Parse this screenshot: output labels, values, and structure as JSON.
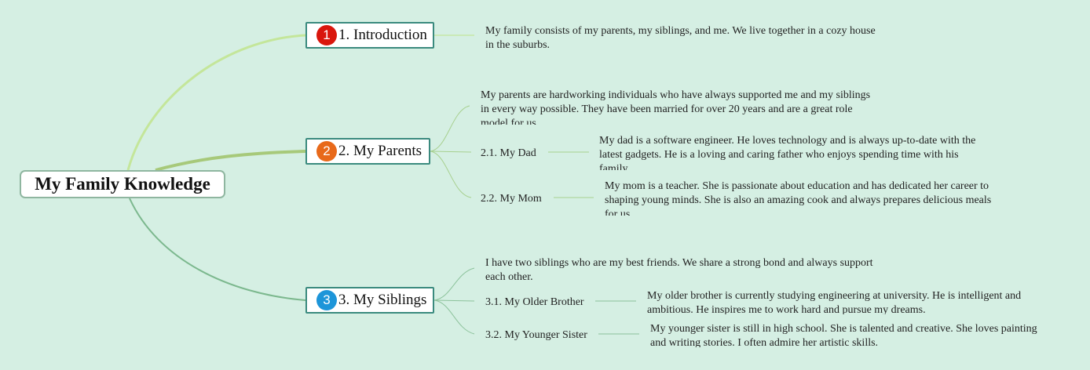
{
  "root": {
    "label": "My Family Knowledge"
  },
  "colors": {
    "badge1": "#d9160d",
    "badge2": "#e8691a",
    "badge3": "#1d95d9",
    "branch1": "#c4e69a",
    "branch2": "#a7c97a",
    "branch3": "#7cb88e"
  },
  "topics": [
    {
      "number": "1",
      "label": "1. Introduction",
      "note": "My family consists of my parents, my siblings, and me. We live together in a cozy house in the suburbs."
    },
    {
      "number": "2",
      "label": "2. My Parents",
      "note": "My parents are hardworking individuals who have always supported me and my siblings in every way possible. They have been married for over 20 years and are a great role model for us.",
      "subtopics": [
        {
          "label": "2.1. My Dad",
          "note": "My dad is a software engineer. He loves technology and is always up-to-date with the latest gadgets. He is a loving and caring father who enjoys spending time with his family."
        },
        {
          "label": "2.2. My Mom",
          "note": "My mom is a teacher. She is passionate about education and has dedicated her career to shaping young minds. She is also an amazing cook and always prepares delicious meals for us."
        }
      ]
    },
    {
      "number": "3",
      "label": "3. My Siblings",
      "note": "I have two siblings who are my best friends. We share a strong bond and always support each other.",
      "subtopics": [
        {
          "label": "3.1. My Older Brother",
          "note": "My older brother is currently studying engineering at university. He is intelligent and ambitious. He inspires me to work hard and pursue my dreams."
        },
        {
          "label": "3.2. My Younger Sister",
          "note": "My younger sister is still in high school. She is talented and creative. She loves painting and writing stories. I often admire her artistic skills."
        }
      ]
    }
  ]
}
